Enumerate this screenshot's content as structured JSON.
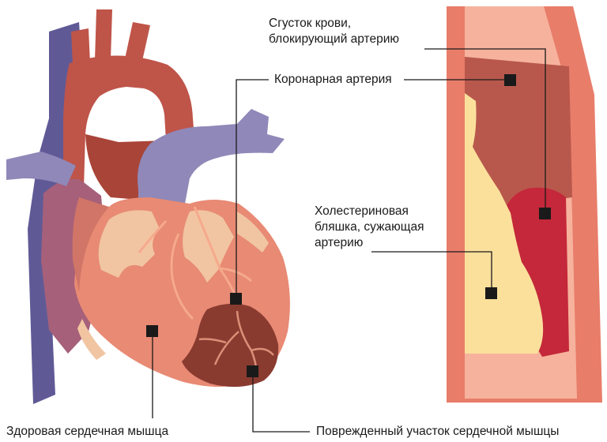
{
  "labels": {
    "clot": [
      "Сгусток крови,",
      "блокирующий артерию"
    ],
    "coronary_artery": "Коронарная артерия",
    "plaque": [
      "Холестериновая",
      "бляшка, сужающая",
      "артерию"
    ],
    "healthy_muscle": "Здоровая сердечная мышца",
    "damaged_area": "Поврежденный участок сердечной мышцы"
  },
  "colors": {
    "vein": "#5f5a96",
    "aorta": "#bf5449",
    "pulmonary_artery": "#8f88b8",
    "muscle": "#e88a74",
    "fat": "#f1c5a1",
    "damaged": "#8a3b30",
    "artery_wall": "#e87d6a",
    "lumen": "#f6b29c",
    "plaque": "#fbe09c",
    "clot": "#c4283a",
    "marker": "#1a1a1a"
  }
}
